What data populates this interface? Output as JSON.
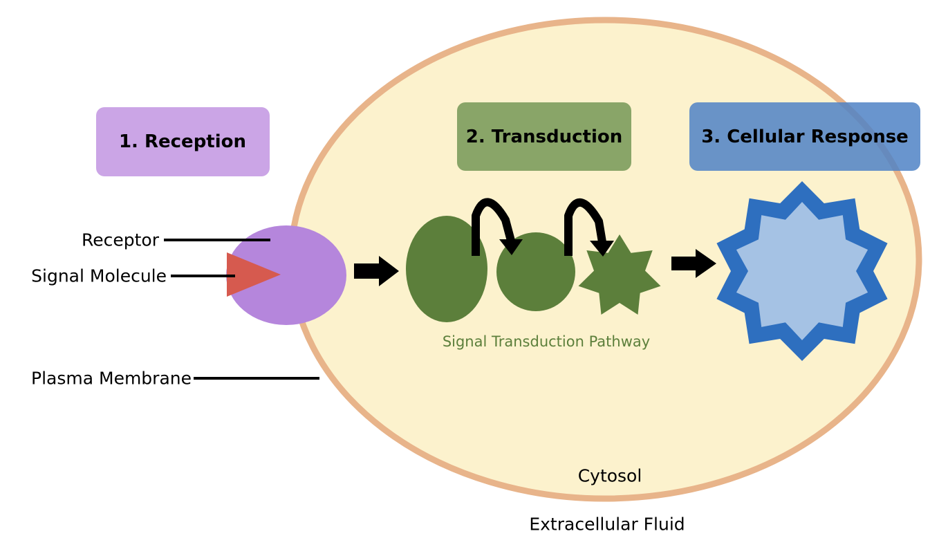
{
  "stages": [
    {
      "label": "1. Reception",
      "color": "#cba5e6"
    },
    {
      "label": "2. Transduction",
      "color": "#7f9e5f"
    },
    {
      "label": "3. Cellular Response",
      "color": "#4f82c6"
    }
  ],
  "labels": {
    "receptor": "Receptor",
    "signal_molecule": "Signal Molecule",
    "plasma_membrane": "Plasma Membrane",
    "pathway": "Signal Transduction Pathway",
    "cytosol": "Cytosol",
    "extracellular": "Extracellular Fluid"
  },
  "colors": {
    "membrane": "#e8b48a",
    "cytosol": "#fcf2cd",
    "receptor": "#b586dc",
    "signal": "#d65a4f",
    "pathway": "#5c7f3b",
    "response_outer": "#2e6fbf",
    "response_inner": "#a5c2e4"
  },
  "icons": {
    "step_arrow": "right-arrow-icon",
    "relay_arrow": "curved-arrow-icon"
  }
}
